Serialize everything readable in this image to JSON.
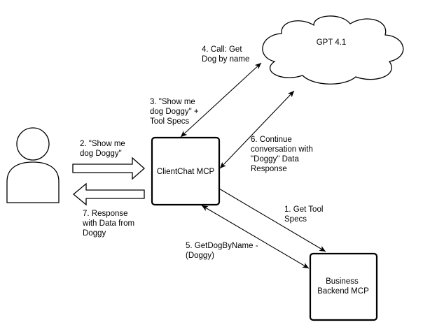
{
  "nodes": {
    "llm": "GPT 4.1",
    "client": "ClientChat MCP",
    "backend": [
      "Business",
      "Backend MCP"
    ]
  },
  "edges": {
    "step1": [
      "1. Get Tool",
      "Specs"
    ],
    "step2": [
      "2. \"Show me",
      "dog Doggy\""
    ],
    "step3": [
      "3. \"Show me",
      "dog Doggy\" +",
      "Tool Specs"
    ],
    "step4": [
      "4. Call: Get",
      "Dog by name"
    ],
    "step5": [
      "5. GetDogByName -",
      "(Doggy)"
    ],
    "step6": [
      "6. Continue",
      "conversation with",
      "\"Doggy\" Data",
      "Response"
    ],
    "step7": [
      "7. Response",
      "with Data from",
      "Doggy"
    ]
  }
}
